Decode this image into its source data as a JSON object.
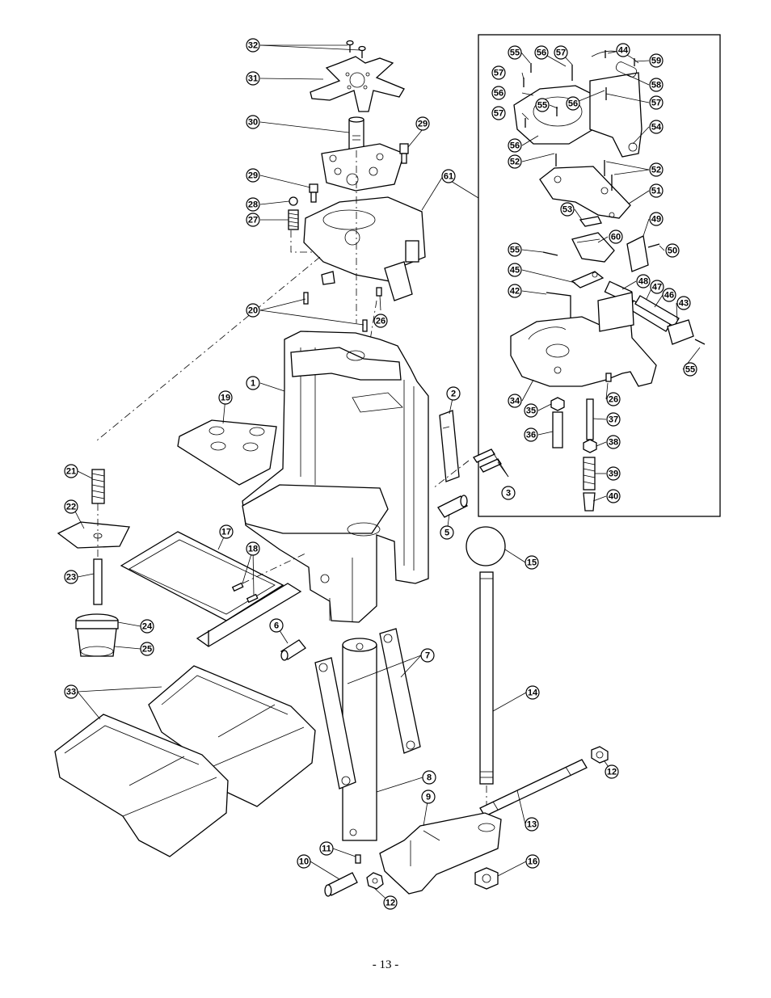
{
  "page": {
    "number_label": "- 13 -"
  },
  "callouts": [
    {
      "id": "c32",
      "label": "32"
    },
    {
      "id": "c31",
      "label": "31"
    },
    {
      "id": "c30",
      "label": "30"
    },
    {
      "id": "c29a",
      "label": "29"
    },
    {
      "id": "c29b",
      "label": "29"
    },
    {
      "id": "c28",
      "label": "28"
    },
    {
      "id": "c27",
      "label": "27"
    },
    {
      "id": "c61",
      "label": "61"
    },
    {
      "id": "c26a",
      "label": "26"
    },
    {
      "id": "c20",
      "label": "20"
    },
    {
      "id": "c1",
      "label": "1"
    },
    {
      "id": "c19",
      "label": "19"
    },
    {
      "id": "c2",
      "label": "2"
    },
    {
      "id": "c3",
      "label": "3"
    },
    {
      "id": "c21",
      "label": "21"
    },
    {
      "id": "c22",
      "label": "22"
    },
    {
      "id": "c17",
      "label": "17"
    },
    {
      "id": "c18",
      "label": "18"
    },
    {
      "id": "c5",
      "label": "5"
    },
    {
      "id": "c15",
      "label": "15"
    },
    {
      "id": "c23",
      "label": "23"
    },
    {
      "id": "c24",
      "label": "24"
    },
    {
      "id": "c25",
      "label": "25"
    },
    {
      "id": "c6",
      "label": "6"
    },
    {
      "id": "c7",
      "label": "7"
    },
    {
      "id": "c33",
      "label": "33"
    },
    {
      "id": "c14",
      "label": "14"
    },
    {
      "id": "c8",
      "label": "8"
    },
    {
      "id": "c12a",
      "label": "12"
    },
    {
      "id": "c9",
      "label": "9"
    },
    {
      "id": "c13",
      "label": "13"
    },
    {
      "id": "c11",
      "label": "11"
    },
    {
      "id": "c10",
      "label": "10"
    },
    {
      "id": "c16",
      "label": "16"
    },
    {
      "id": "c12b",
      "label": "12"
    },
    {
      "id": "c55a",
      "label": "55"
    },
    {
      "id": "c56a",
      "label": "56"
    },
    {
      "id": "c57a",
      "label": "57"
    },
    {
      "id": "c44",
      "label": "44"
    },
    {
      "id": "c59",
      "label": "59"
    },
    {
      "id": "c57b",
      "label": "57"
    },
    {
      "id": "c58",
      "label": "58"
    },
    {
      "id": "c56b",
      "label": "56"
    },
    {
      "id": "c55b",
      "label": "55"
    },
    {
      "id": "c56c",
      "label": "56"
    },
    {
      "id": "c57c",
      "label": "57"
    },
    {
      "id": "c57d",
      "label": "57"
    },
    {
      "id": "c54",
      "label": "54"
    },
    {
      "id": "c56d",
      "label": "56"
    },
    {
      "id": "c52a",
      "label": "52"
    },
    {
      "id": "c52b",
      "label": "52"
    },
    {
      "id": "c51",
      "label": "51"
    },
    {
      "id": "c53",
      "label": "53"
    },
    {
      "id": "c49",
      "label": "49"
    },
    {
      "id": "c60",
      "label": "60"
    },
    {
      "id": "c55c",
      "label": "55"
    },
    {
      "id": "c50",
      "label": "50"
    },
    {
      "id": "c45",
      "label": "45"
    },
    {
      "id": "c48",
      "label": "48"
    },
    {
      "id": "c42",
      "label": "42"
    },
    {
      "id": "c47",
      "label": "47"
    },
    {
      "id": "c46",
      "label": "46"
    },
    {
      "id": "c43",
      "label": "43"
    },
    {
      "id": "c55d",
      "label": "55"
    },
    {
      "id": "c34",
      "label": "34"
    },
    {
      "id": "c26b",
      "label": "26"
    },
    {
      "id": "c35",
      "label": "35"
    },
    {
      "id": "c37",
      "label": "37"
    },
    {
      "id": "c36",
      "label": "36"
    },
    {
      "id": "c38",
      "label": "38"
    },
    {
      "id": "c39",
      "label": "39"
    },
    {
      "id": "c40",
      "label": "40"
    }
  ]
}
